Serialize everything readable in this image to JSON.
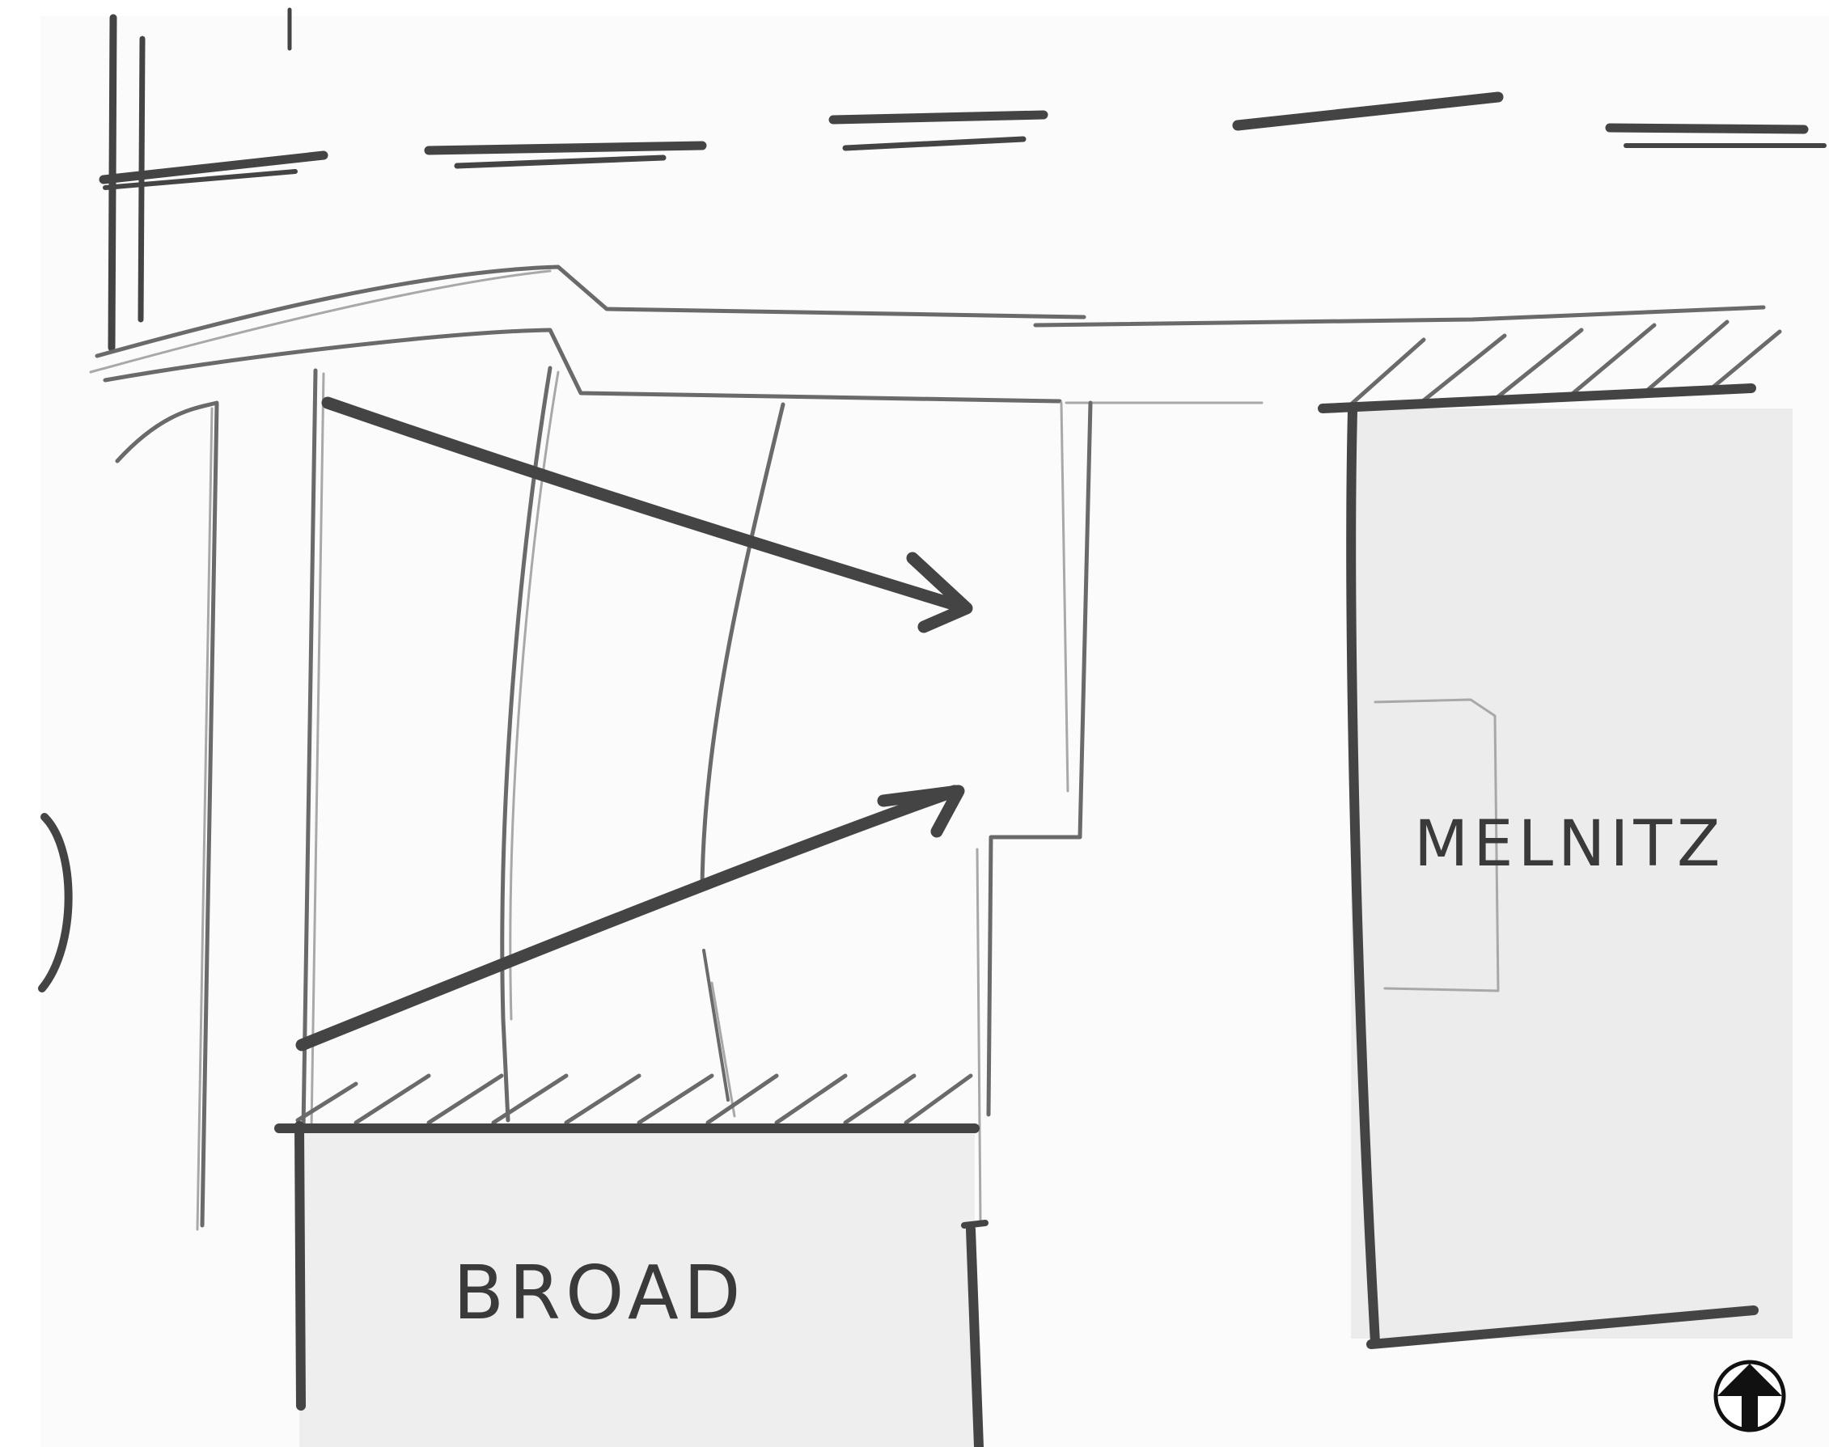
{
  "labels": {
    "broad": "BROAD",
    "melnitz": "MELNITZ"
  },
  "north_arrow": {
    "icon": "north-arrow-icon",
    "direction": "up"
  },
  "colors": {
    "ink": "#444444",
    "paper": "#ffffff",
    "building_fill": "#ececec"
  }
}
